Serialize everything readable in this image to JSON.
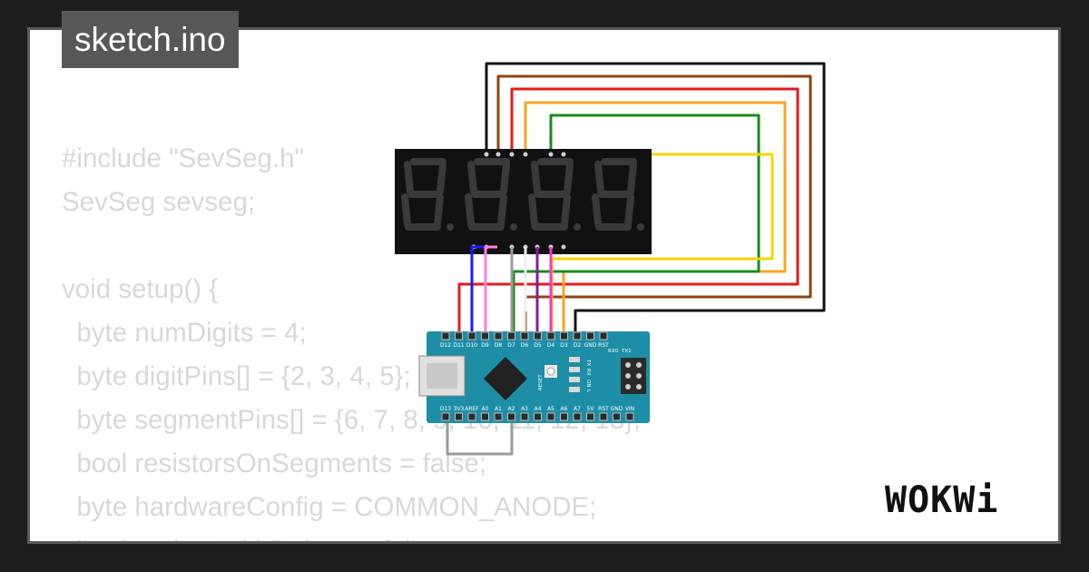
{
  "file_tab": {
    "label": "sketch.ino"
  },
  "code_lines": [
    "#include \"SevSeg.h\"",
    "SevSeg sevseg;",
    "",
    "void setup() {",
    "  byte numDigits = 4;",
    "  byte digitPins[] = {2, 3, 4, 5};",
    "  byte segmentPins[] = {6, 7, 8, 9, 10, 11, 12, 13};",
    "  bool resistorsOnSegments = false;",
    "  byte hardwareConfig = COMMON_ANODE;",
    "  bool updateWithDelays = false;"
  ],
  "arduino": {
    "top_pins": [
      "D12",
      "D11",
      "D10",
      "D9",
      "D8",
      "D7",
      "D6",
      "D5",
      "D4",
      "D3",
      "D2",
      "GND",
      "RST"
    ],
    "bottom_pins": [
      "D13",
      "3V3",
      "AREF",
      "A0",
      "A1",
      "A2",
      "A3",
      "A4",
      "A5",
      "A6",
      "A7",
      "5V",
      "RST",
      "GND",
      "VIN"
    ],
    "side_labels": [
      "RX0",
      "TX1"
    ],
    "reset_label": "RESET",
    "led_labels": [
      "TX",
      "RX",
      "ON",
      "L"
    ]
  },
  "brand": {
    "logo_text": "WOKWi"
  },
  "colors": {
    "background": "#1e1e1e",
    "card": "#ffffff",
    "tab": "#575757",
    "code_text": "#d8d8d8",
    "display_body": "#111111",
    "display_segment_off": "#3a3a3a",
    "board": "#1e8ea7",
    "wire_black": "#111111",
    "wire_brown": "#8b4513",
    "wire_red": "#e31b1b",
    "wire_orange": "#f5a623",
    "wire_green": "#1b8a1b",
    "wire_yellow": "#f5d400",
    "wire_blue": "#1a1aff",
    "wire_pink": "#ff66cc",
    "wire_gray": "#9a9a9a",
    "wire_purple": "#8a1a9a",
    "wire_magenta": "#ff33cc"
  },
  "icons": {
    "usb_port": "usb-port-icon",
    "chip": "chip-icon",
    "reset_button": "reset-button-icon",
    "logo": "wokwi-logo-icon"
  }
}
